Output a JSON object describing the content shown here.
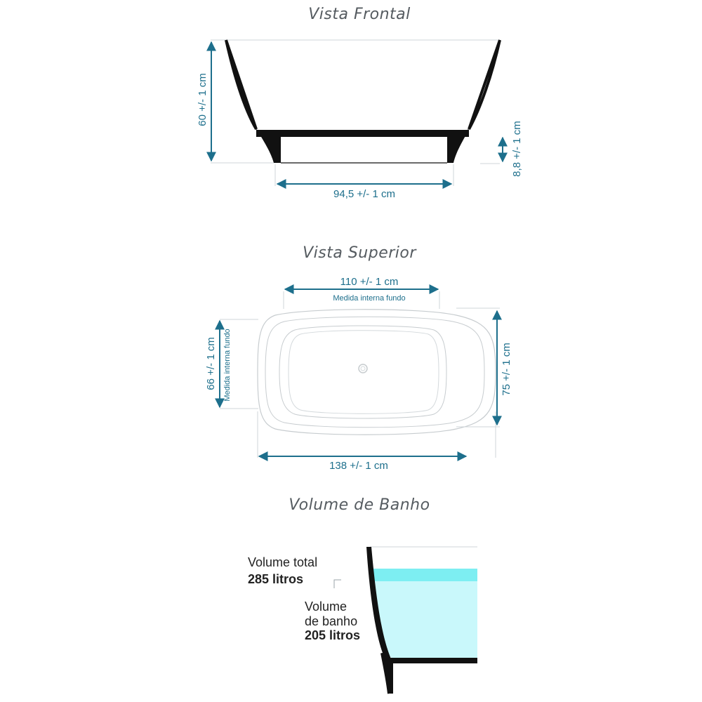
{
  "views": {
    "front": {
      "title": "Vista Frontal",
      "height_label": "60 +/- 1 cm",
      "base_height_label": "8,8 +/- 1 cm",
      "base_width_label": "94,5 +/- 1 cm"
    },
    "top": {
      "title": "Vista Superior",
      "inner_length_label": "110 +/- 1 cm",
      "inner_length_note": "Medida interna fundo",
      "inner_width_label": "66 +/- 1 cm",
      "inner_width_note": "Medida interna fundo",
      "outer_width_label": "75 +/- 1 cm",
      "outer_length_label": "138 +/- 1 cm"
    },
    "volume": {
      "title": "Volume de Banho",
      "total_label": "Volume total",
      "total_value": "285 litros",
      "bath_label_1": "Volume",
      "bath_label_2": "de banho",
      "bath_value": "205 litros"
    }
  },
  "colors": {
    "dimension": "#1d6f8c",
    "outline": "#111111",
    "water": "#c9f8fb",
    "water_top": "#7deef2",
    "guide": "#cfd6da"
  }
}
